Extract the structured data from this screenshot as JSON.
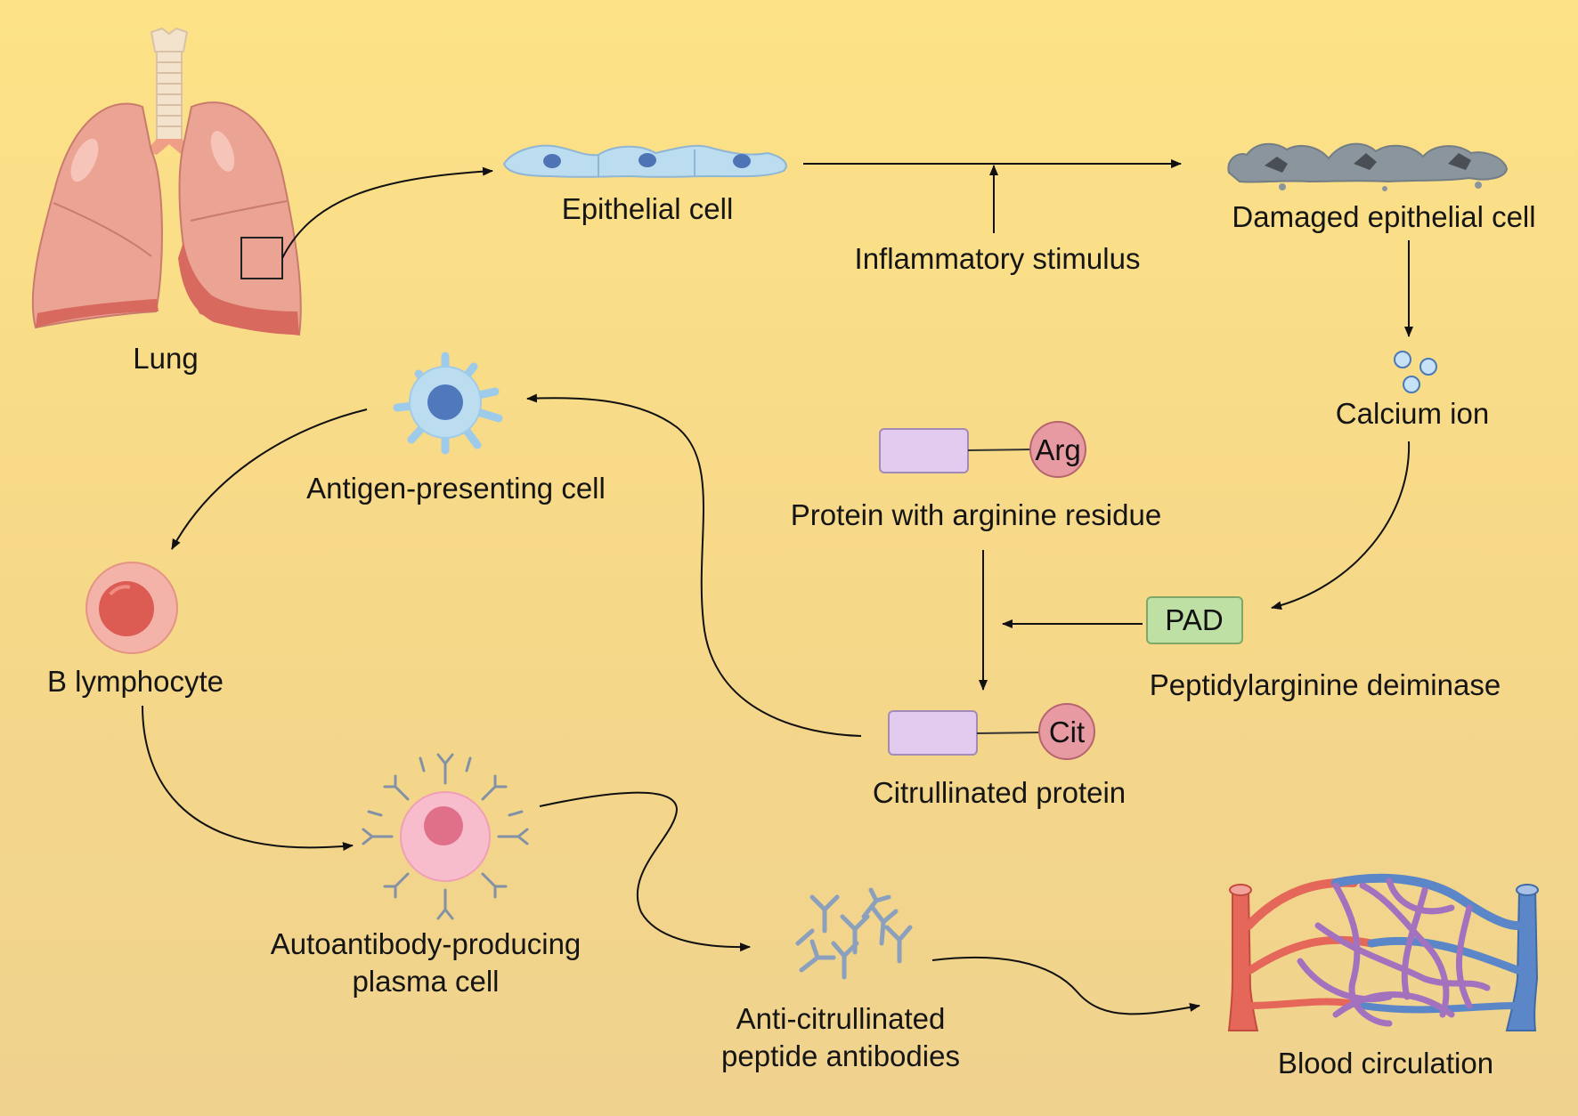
{
  "labels": {
    "lung": "Lung",
    "epithelial_cell": "Epithelial cell",
    "inflammatory_stimulus": "Inflammatory stimulus",
    "damaged_epithelial_cell": "Damaged epithelial cell",
    "calcium_ion": "Calcium ion",
    "antigen_presenting_cell": "Antigen-presenting cell",
    "protein_arginine": "Protein with arginine residue",
    "arg_tag": "Arg",
    "pad_tag": "PAD",
    "pad_full": "Peptidylarginine deiminase",
    "cit_tag": "Cit",
    "citrullinated_protein": "Citrullinated protein",
    "b_lymphocyte": "B lymphocyte",
    "plasma_cell_line1": "Autoantibody-producing",
    "plasma_cell_line2": "plasma cell",
    "antibodies_line1": "Anti-citrullinated",
    "antibodies_line2": "peptide antibodies",
    "blood_circulation": "Blood circulation"
  },
  "icons": {
    "lung": "lung-icon",
    "epithelial": "epithelial-cells-icon",
    "damaged": "damaged-epithelial-cells-icon",
    "calcium": "calcium-ions-icon",
    "apc": "antigen-presenting-cell-icon",
    "b_cell": "b-lymphocyte-icon",
    "plasma": "plasma-cell-icon",
    "antibodies": "antibodies-icon",
    "blood": "blood-vessels-icon"
  },
  "colors": {
    "lung": "#e99e8f",
    "epithelial": "#bcdcf0",
    "damaged": "#8b959d",
    "protein_box": "#e2cbee",
    "arg_cit": "#e89aa2",
    "pad_box": "#bfe0a4",
    "artery": "#e5675a",
    "vein": "#5b86c8"
  }
}
